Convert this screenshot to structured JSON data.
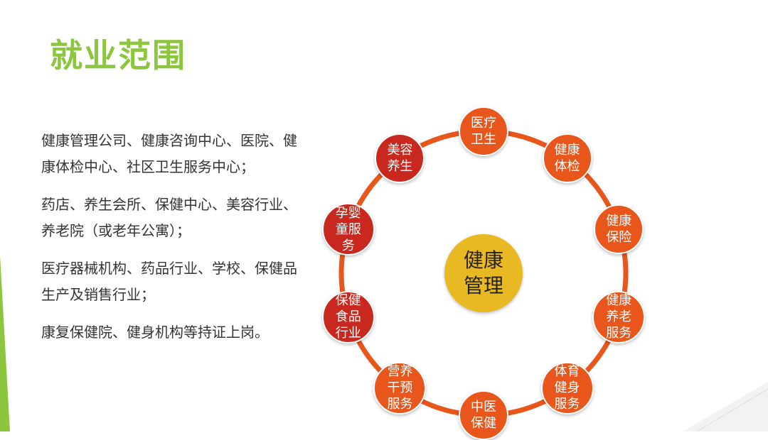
{
  "title": "就业范围",
  "paragraphs": [
    "健康管理公司、健康咨询中心、医院、健康体检中心、社区卫生服务中心；",
    "药店、养生会所、保健中心、美容行业、养老院（或老年公寓）；",
    "医疗器械机构、药品行业、学校、保健品生产及销售行业；",
    "康复保健院、健身机构等持证上岗。"
  ],
  "diagram": {
    "center": "健康管理",
    "nodes": [
      "医疗卫生",
      "健康体检",
      "健康保险",
      "健康养老服务",
      "体育健身服务",
      "中医保健",
      "营养干预服务",
      "保健食品行业",
      "孕婴童服务",
      "美容养生"
    ]
  },
  "colors": {
    "title": "#8cc63f",
    "node_orange": "#e8561c",
    "node_red": "#c8281e",
    "center": "#e8b923",
    "ring": "#e8561c"
  }
}
